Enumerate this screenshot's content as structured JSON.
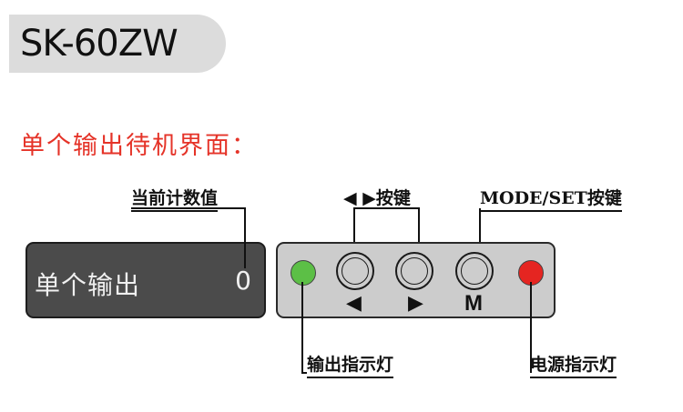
{
  "model": "SK-60ZW",
  "section_title": "单个输出待机界面：",
  "labels": {
    "current_count": "当前计数值",
    "arrow_keys": "◀ ▶按键",
    "mode_set_key": "MODE/SET按键",
    "output_indicator": "输出指示灯",
    "power_indicator": "电源指示灯"
  },
  "display": {
    "label": "单个输出",
    "value": "0",
    "color": "#4b4b4b"
  },
  "keypad": {
    "left_mark": "◀",
    "right_mark": "▶",
    "mode_mark": "M",
    "output_led_color": "#5cbf46",
    "power_led_color": "#e52521"
  },
  "icons": {
    "left": "triangle-left-icon",
    "right": "triangle-right-icon"
  },
  "colors": {
    "title_red": "#e53328",
    "badge_gray": "#dcdcdc",
    "panel_gray": "#cccccc"
  }
}
